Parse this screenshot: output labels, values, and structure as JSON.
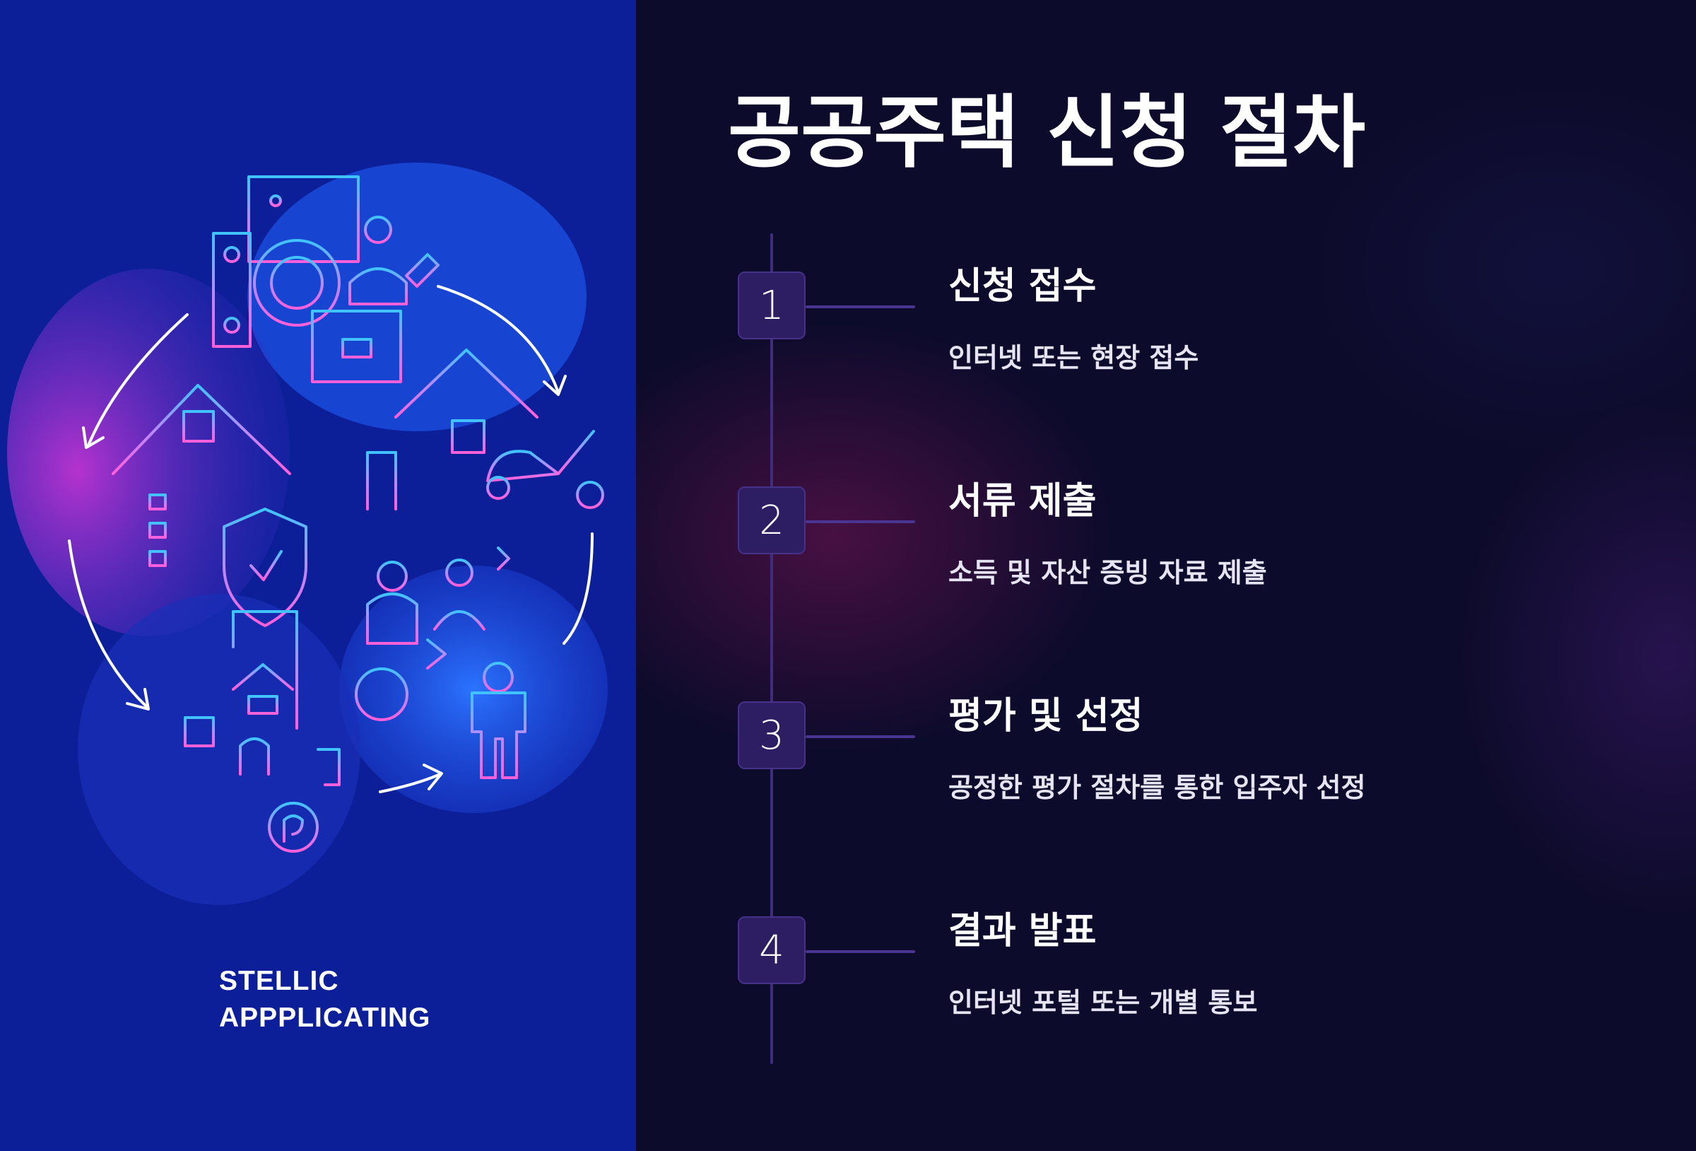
{
  "title": "공공주택 신청 절차",
  "brand": {
    "line1": "STELLIC",
    "line2": "APPPLICATING"
  },
  "steps": [
    {
      "number": "1",
      "title": "신청 접수",
      "description": "인터넷 또는 현장 접수"
    },
    {
      "number": "2",
      "title": "서류 제출",
      "description": "소득 및 자산 증빙 자료 제출"
    },
    {
      "number": "3",
      "title": "평가 및 선정",
      "description": "공정한 평가 절차를 통한 입주자 선정"
    },
    {
      "number": "4",
      "title": "결과 발표",
      "description": "인터넷 포털 또는 개별 통보"
    }
  ],
  "colors": {
    "left_background": "#0c1f99",
    "right_background": "#0d0b2b",
    "badge": "#2d1d63",
    "timeline": "#3f2c7c"
  },
  "icons": [
    "document-gear-icon",
    "house-mower-icon",
    "house-shield-icon",
    "people-transfer-icon",
    "house-location-icon",
    "cycle-arrows-icon"
  ]
}
